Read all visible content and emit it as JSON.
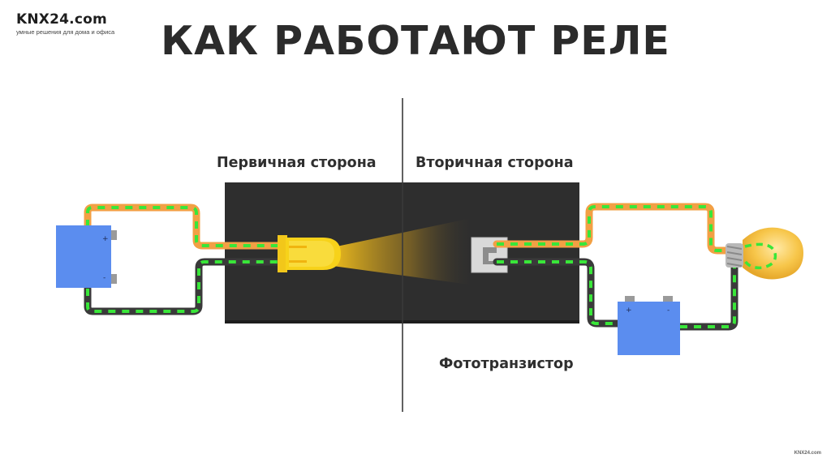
{
  "header": {
    "logo": "KNX24.com",
    "logo_tagline": "умные решения для дома и офиса",
    "title": "КАК РАБОТАЮТ РЕЛЕ"
  },
  "labels": {
    "primary_side": "Первичная сторона",
    "secondary_side": "Вторичная сторона",
    "phototransistor": "Фототранзистор"
  },
  "battery_terminals": {
    "plus": "+",
    "minus": "-"
  },
  "footer": {
    "watermark": "KNX24.com"
  },
  "colors": {
    "wire_positive": "#f2a044",
    "wire_negative": "#3a3a3a",
    "current_dashes": "#39e639",
    "battery": "#5b8def",
    "relay_body": "#2e2e2e",
    "led": "#f7d21a",
    "bulb": "#f5c243"
  }
}
